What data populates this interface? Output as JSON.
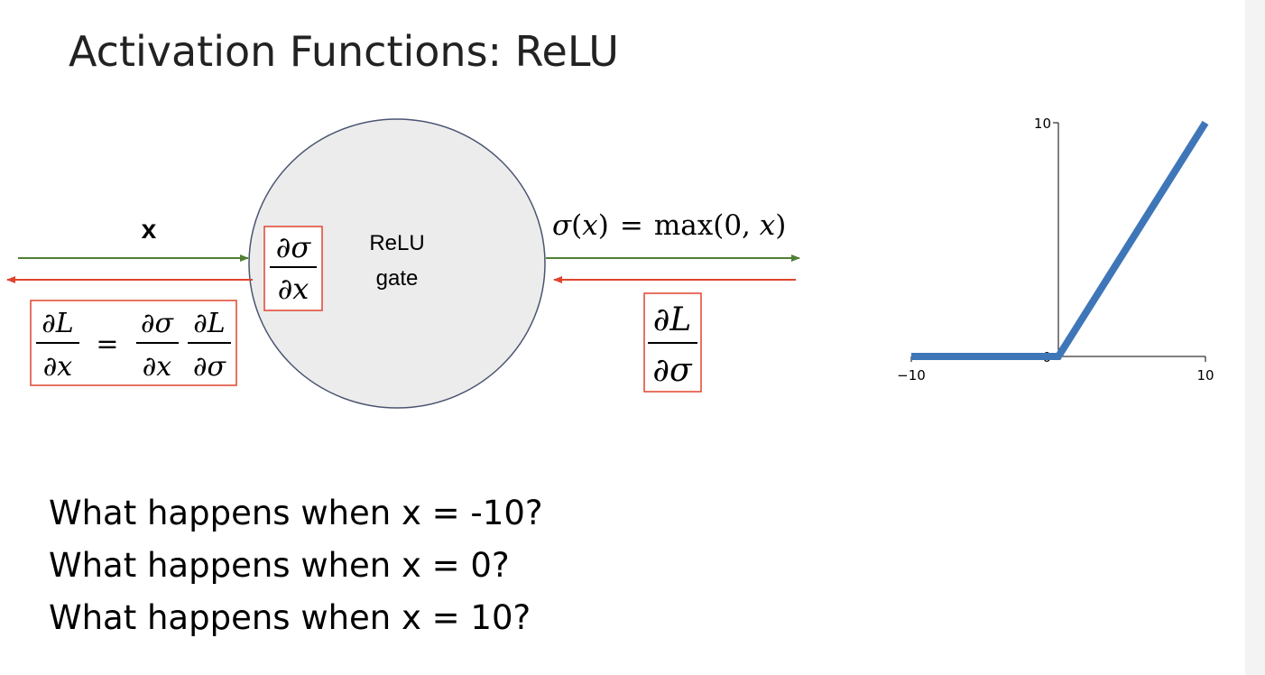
{
  "slide": {
    "title": "Activation Functions: ReLU",
    "input_label": "x",
    "gate": {
      "line1": "ReLU",
      "line2": "gate"
    },
    "formula": {
      "sigma": "σ",
      "x": "x",
      "eq": "=",
      "max": "max",
      "args_open": "(0, ",
      "close": ")",
      "lparen": "(",
      "rparen": ")"
    },
    "partials": {
      "d": "∂",
      "sigma": "σ",
      "x": "x",
      "L": "L",
      "equals": "="
    },
    "questions": [
      "What happens when x = -10?",
      "What happens when x = 0?",
      "What happens when x = 10?"
    ],
    "colors": {
      "forward_arrow": "#4f7f35",
      "backward_arrow": "#e0442e",
      "highlight_box": "#e0442e",
      "gate_fill": "#ececec",
      "gate_stroke": "#4a5470",
      "plot_line": "#3f76b8"
    }
  },
  "chart_data": {
    "type": "line",
    "title": "",
    "xlabel": "",
    "ylabel": "",
    "xlim": [
      -10,
      10
    ],
    "ylim": [
      0,
      10
    ],
    "xticks": [
      "−10",
      "10"
    ],
    "yticks": [
      "0",
      "10"
    ],
    "grid": false,
    "series": [
      {
        "x": [
          -10,
          0,
          10
        ],
        "y": [
          0,
          0,
          10
        ]
      }
    ]
  }
}
